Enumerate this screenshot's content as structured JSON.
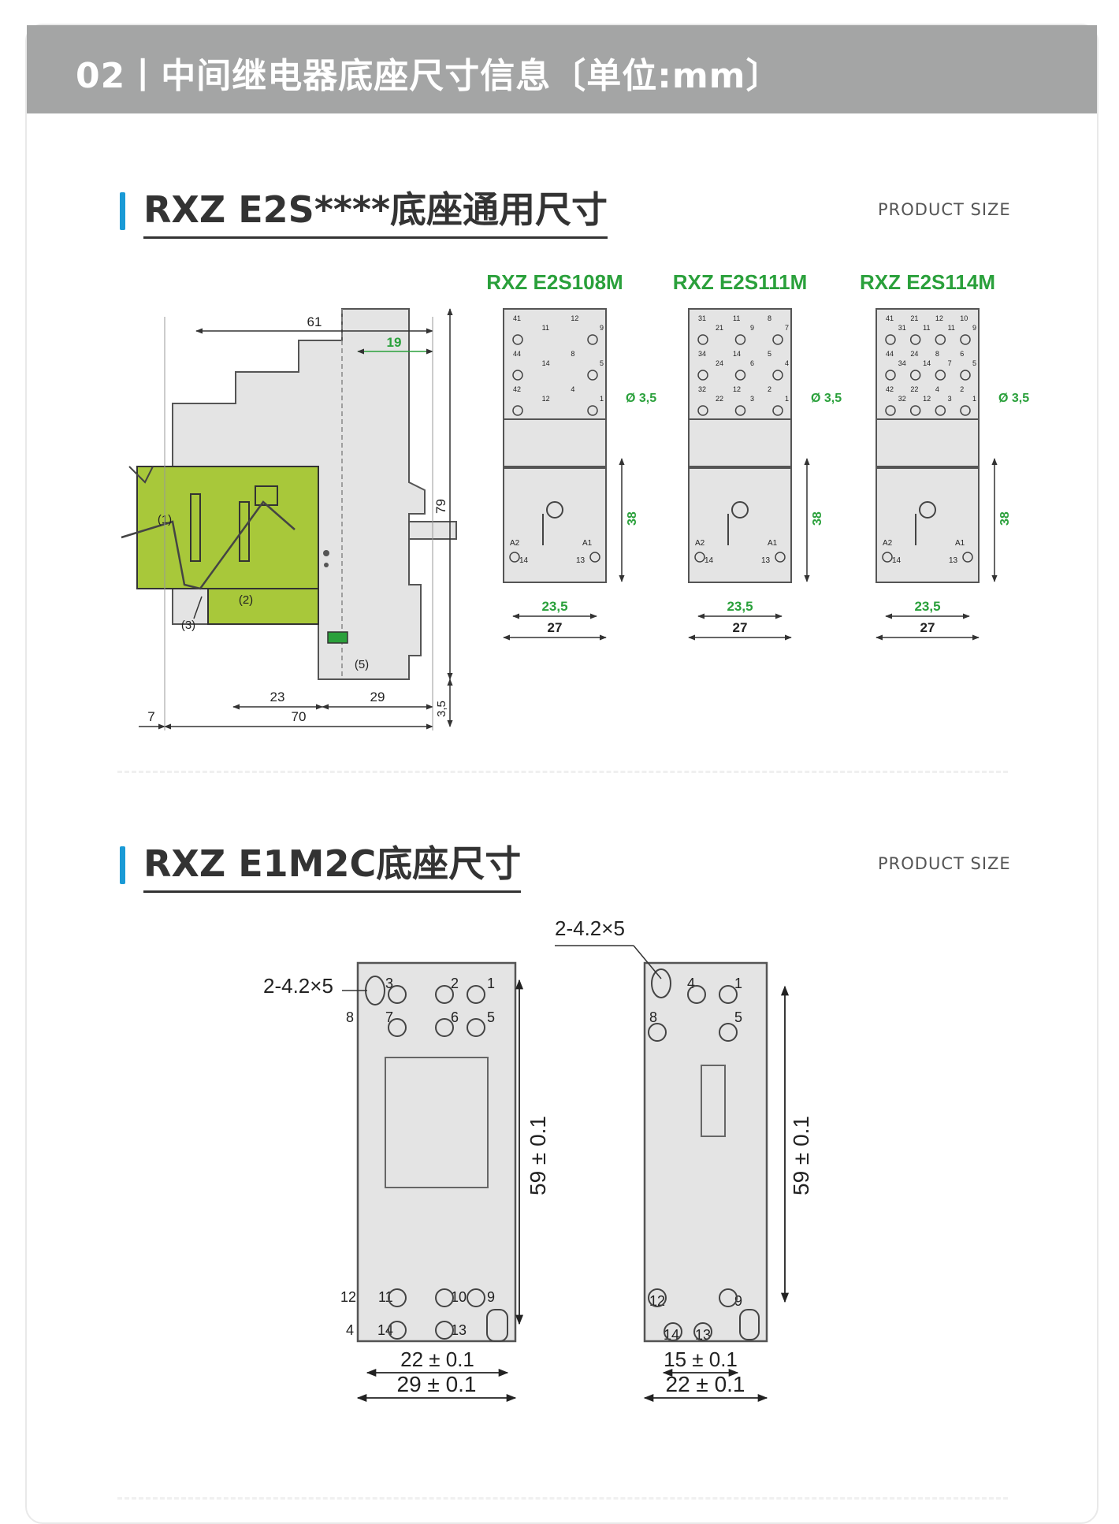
{
  "header": {
    "title": "02丨中间继电器底座尺寸信息〔单位:mm〕"
  },
  "section1": {
    "title": "RXZ E2S****底座通用尺寸",
    "subtitle": "PRODUCT SIZE",
    "side_dims": {
      "width_total": "61",
      "width_top": "19",
      "height": "79",
      "d23": "23",
      "d29": "29",
      "d70": "70",
      "d7": "7",
      "d35": "3,5"
    },
    "callouts": [
      "(1)",
      "(2)",
      "(3)",
      "(5)"
    ],
    "models": [
      {
        "name": "RXZ E2S108M",
        "hole": "Ø 3,5",
        "h": "38",
        "w_in": "23,5",
        "w_out": "27",
        "top_labels": [
          "41",
          "11",
          "12",
          "9",
          "44",
          "14",
          "8",
          "5",
          "42",
          "12",
          "4",
          "1"
        ],
        "bottom_labels": [
          "A2",
          "A1",
          "14",
          "13"
        ]
      },
      {
        "name": "RXZ E2S111M",
        "hole": "Ø 3,5",
        "h": "38",
        "w_in": "23,5",
        "w_out": "27",
        "top_labels": [
          "31",
          "21",
          "11",
          "9",
          "8",
          "7",
          "34",
          "24",
          "14",
          "6",
          "5",
          "4",
          "32",
          "22",
          "12",
          "3",
          "2",
          "1"
        ],
        "bottom_labels": [
          "A2",
          "A1",
          "14",
          "13"
        ]
      },
      {
        "name": "RXZ E2S114M",
        "hole": "Ø 3,5",
        "h": "38",
        "w_in": "23,5",
        "w_out": "27",
        "top_labels": [
          "41",
          "31",
          "21",
          "11",
          "12",
          "11",
          "10",
          "9",
          "44",
          "34",
          "24",
          "14",
          "8",
          "7",
          "6",
          "5",
          "42",
          "32",
          "22",
          "12",
          "4",
          "3",
          "2",
          "1"
        ],
        "bottom_labels": [
          "A2",
          "A1",
          "14",
          "13"
        ]
      }
    ]
  },
  "section2": {
    "title": "RXZ E1M2C底座尺寸",
    "subtitle": "PRODUCT SIZE",
    "left": {
      "hole": "2-4.2×5",
      "height": "59 ± 0.1",
      "w_in": "22 ± 0.1",
      "w_out": "29 ± 0.1",
      "labels": [
        "3",
        "2",
        "1",
        "8",
        "7",
        "6",
        "5",
        "12",
        "11",
        "10",
        "9",
        "4",
        "14",
        "13"
      ]
    },
    "right": {
      "hole": "2-4.2×5",
      "height": "59 ± 0.1",
      "w_in": "15 ± 0.1",
      "w_out": "22 ± 0.1",
      "labels": [
        "4",
        "1",
        "8",
        "5",
        "12",
        "9",
        "14",
        "13"
      ]
    }
  },
  "colors": {
    "header_band": "#a4a5a5",
    "accent_blue": "#1a9ad6",
    "model_green": "#2aa03b",
    "relay_green": "#a8c83a",
    "base_gray": "#e4e4e4"
  }
}
